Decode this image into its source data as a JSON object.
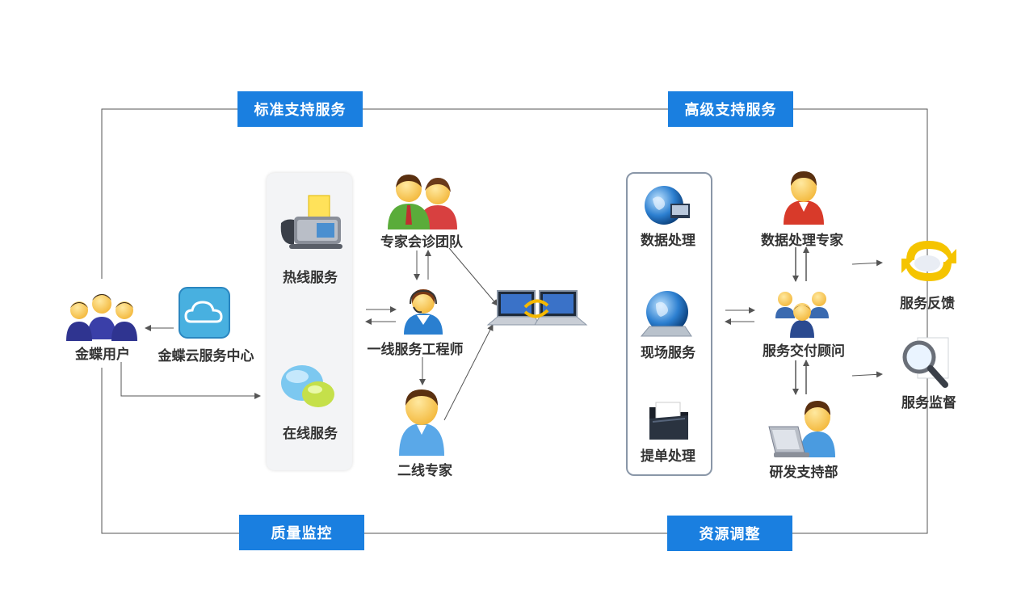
{
  "labels": {
    "standard_support": "标准支持服务",
    "advanced_support": "高级支持服务",
    "quality_monitor": "质量监控",
    "resource_adjust": "资源调整"
  },
  "nodes": {
    "kingdee_user": "金蝶用户",
    "kingdee_cloud_center": "金蝶云服务中心",
    "hotline_service": "热线服务",
    "online_service": "在线服务",
    "expert_team": "专家会诊团队",
    "first_line_engineer": "一线服务工程师",
    "second_line_expert": "二线专家",
    "data_processing": "数据处理",
    "onsite_service": "现场服务",
    "ticket_processing": "提单处理",
    "data_expert": "数据处理专家",
    "delivery_consultant": "服务交付顾问",
    "rd_support": "研发支持部",
    "service_feedback": "服务反馈",
    "service_supervision": "服务监督"
  },
  "colors": {
    "label_bg": "#1a7fe0",
    "line": "#555555"
  },
  "icons": {
    "users": "people-group-icon",
    "cloud": "cloud-icon",
    "fax": "fax-phone-icon",
    "chat": "chat-bubbles-icon",
    "team": "two-people-icon",
    "headset": "headset-person-icon",
    "person": "person-icon",
    "computers": "networked-computers-icon",
    "globe": "globe-icon",
    "folder": "folder-icon",
    "magnifier": "magnifier-icon",
    "feedback": "feedback-arrows-icon",
    "laptop": "laptop-person-icon"
  }
}
